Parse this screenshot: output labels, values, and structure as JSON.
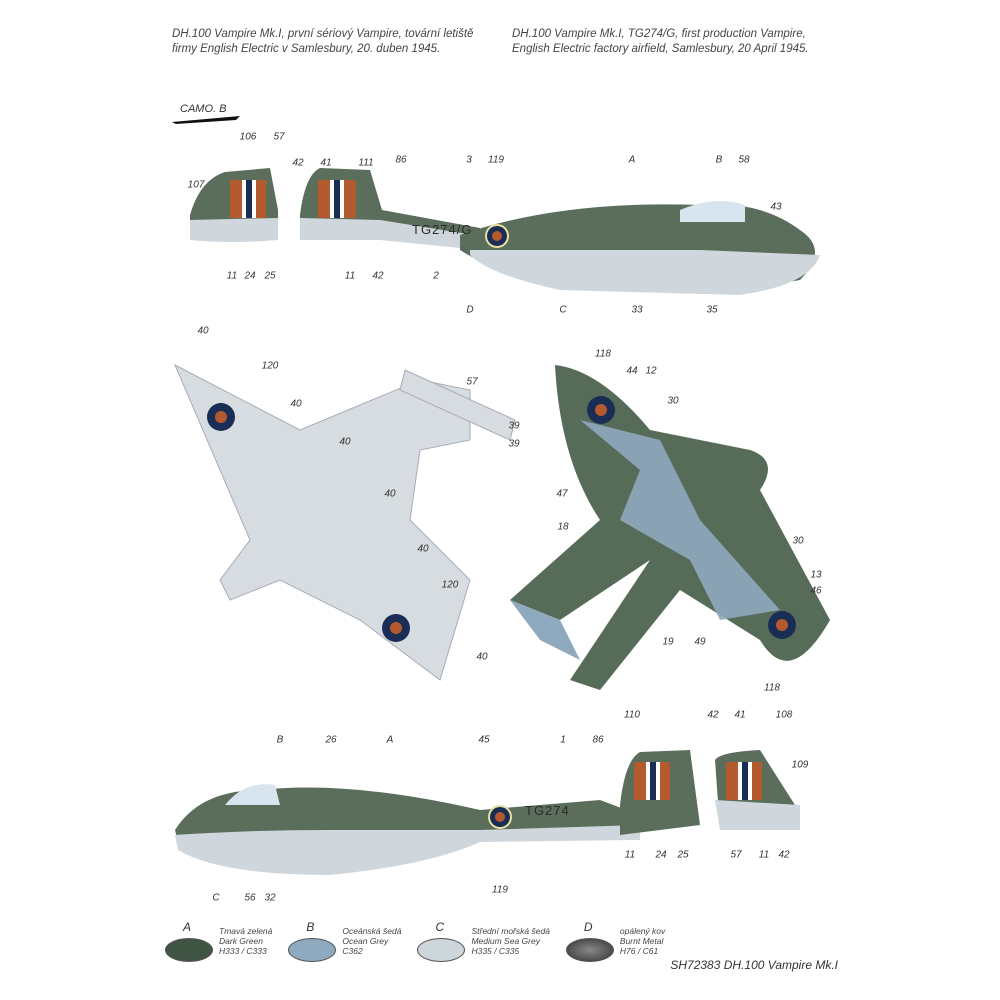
{
  "captions": {
    "cz": [
      "DH.100 Vampire Mk.I, první sériový Vampire, tovární letiště",
      "firmy English Electric v Samlesbury, 20. duben 1945."
    ],
    "en": [
      "DH.100 Vampire Mk.I, TG274/G, first production Vampire,",
      "English Electric factory airfield, Samlesbury, 20 April 1945."
    ]
  },
  "camo_label": "CAMO. B",
  "side_top": {
    "registration": "TG274/G",
    "callouts": [
      "106",
      "57",
      "42",
      "41",
      "111",
      "86",
      "3",
      "119",
      "A",
      "B",
      "58",
      "43",
      "107",
      "11",
      "24",
      "25",
      "11",
      "42",
      "2",
      "D",
      "C",
      "33",
      "35"
    ]
  },
  "underside": {
    "callouts": [
      "40",
      "120",
      "40",
      "40",
      "57",
      "39",
      "39",
      "40",
      "40",
      "120",
      "40"
    ]
  },
  "topside": {
    "callouts": [
      "118",
      "44",
      "12",
      "30",
      "47",
      "18",
      "30",
      "13",
      "46",
      "19",
      "49",
      "118"
    ]
  },
  "side_bottom": {
    "registration": "TG274",
    "callouts": [
      "B",
      "26",
      "A",
      "45",
      "1",
      "86",
      "110",
      "42",
      "41",
      "108",
      "109",
      "C",
      "56",
      "32",
      "119",
      "11",
      "24",
      "25",
      "57",
      "11",
      "42"
    ]
  },
  "legend": [
    {
      "letter": "A",
      "cz": "Tmavá zelená",
      "en": "Dark Green",
      "code": "H333 / C333",
      "color": "#3f5443"
    },
    {
      "letter": "B",
      "cz": "Oceánská šedá",
      "en": "Ocean Grey",
      "code": "C362",
      "color": "#8fa9bf"
    },
    {
      "letter": "C",
      "cz": "Střední mořská šedá",
      "en": "Medium Sea Grey",
      "code": "H335 / C335",
      "color": "#cdd6da"
    },
    {
      "letter": "D",
      "cz": "opálený kov",
      "en": "Burnt Metal",
      "code": "H76 / C61",
      "color": "#4a4a4a"
    }
  ],
  "footer": "SH72383 DH.100 Vampire Mk.I"
}
